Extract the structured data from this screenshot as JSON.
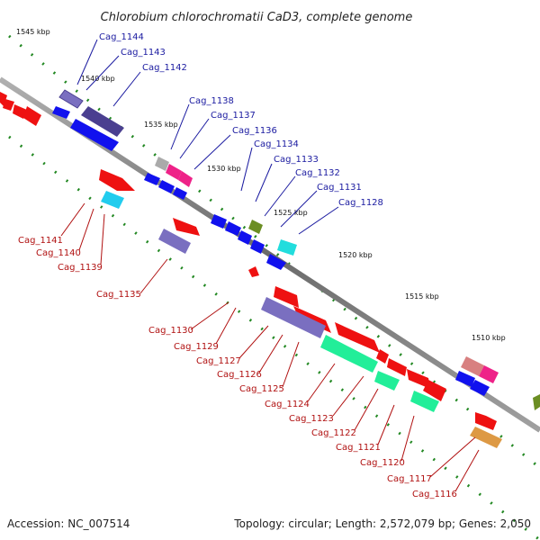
{
  "title": "Chlorobium chlorochromatii CaD3, complete genome",
  "footer": {
    "accession": "Accession: NC_007514",
    "summary": "Topology: circular; Length: 2,572,079 bp; Genes: 2,050"
  },
  "ticks": [
    "1545 kbp",
    "1540 kbp",
    "1535 kbp",
    "1530 kbp",
    "1525 kbp",
    "1520 kbp",
    "1515 kbp",
    "1510 kbp"
  ],
  "genes_top": [
    "Cag_1144",
    "Cag_1143",
    "Cag_1142",
    "Cag_1138",
    "Cag_1137",
    "Cag_1136",
    "Cag_1134",
    "Cag_1133",
    "Cag_1132",
    "Cag_1131",
    "Cag_1128"
  ],
  "genes_bottom": [
    "Cag_1141",
    "Cag_1140",
    "Cag_1139",
    "Cag_1135",
    "Cag_1130",
    "Cag_1129",
    "Cag_1127",
    "Cag_1126",
    "Cag_1125",
    "Cag_1124",
    "Cag_1123",
    "Cag_1122",
    "Cag_1121",
    "Cag_1120",
    "Cag_1117",
    "Cag_1116"
  ],
  "colors": {
    "backbone": "#888888",
    "forward_cds": "#ee1111",
    "reverse_cds": "#1111ee",
    "dotted_track": "#228822",
    "top_label": "#1a1aa0",
    "bottom_label": "#b01010"
  }
}
